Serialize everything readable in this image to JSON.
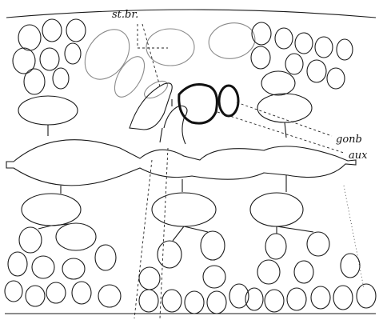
{
  "labels": {
    "st_br": "st.br.",
    "gonb": "gonb",
    "aux": "aux"
  }
}
